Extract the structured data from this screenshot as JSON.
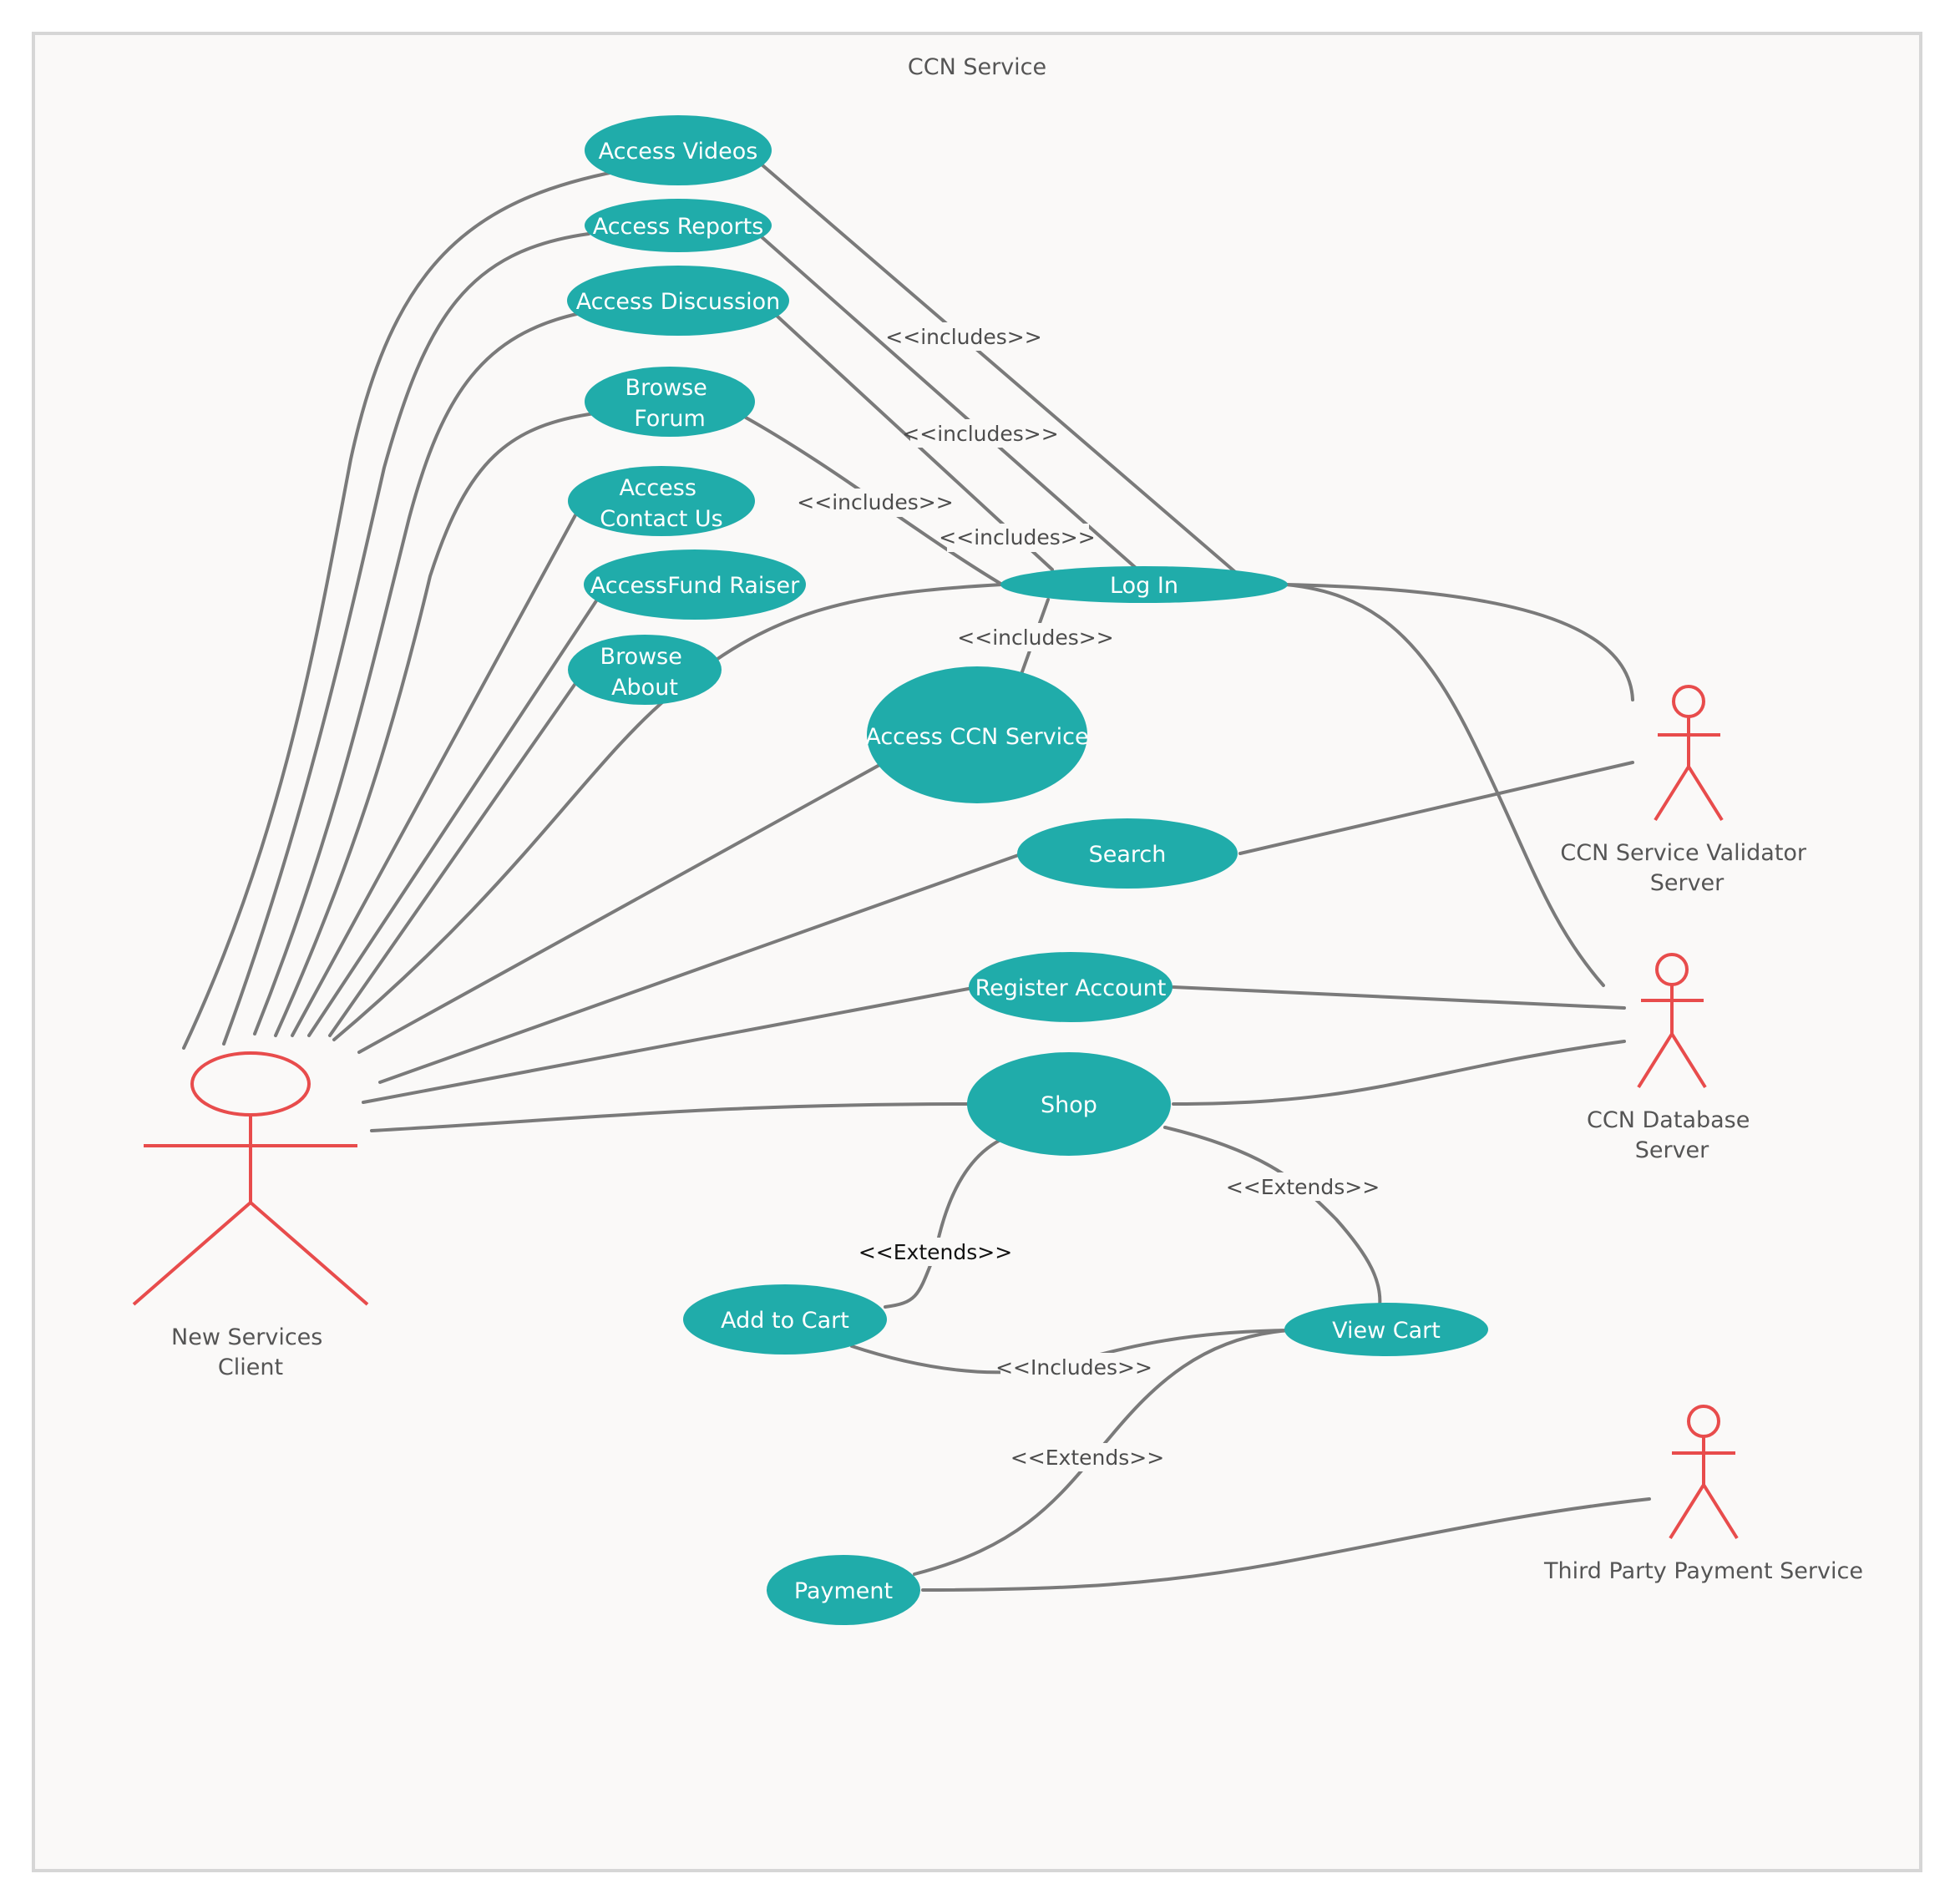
{
  "system": {
    "title": "CCN Service"
  },
  "colors": {
    "usecase": "#20acaa",
    "actor": "#e84c4c",
    "connector": "#7a7a7a",
    "background": "#faf9f8"
  },
  "use_cases": {
    "access_videos": [
      "Access Videos"
    ],
    "access_reports": [
      "Access Reports"
    ],
    "access_discussion": [
      "Access Discussion"
    ],
    "browse_forum": [
      "Browse",
      "Forum"
    ],
    "access_contact_us": [
      "Access",
      "Contact Us"
    ],
    "access_fund_raiser": [
      "AccessFund Raiser"
    ],
    "browse_about": [
      "Browse",
      "About"
    ],
    "log_in": [
      "Log In"
    ],
    "access_ccn_service": [
      "Access CCN Service"
    ],
    "search": [
      "Search"
    ],
    "register_account": [
      "Register Account"
    ],
    "shop": [
      "Shop"
    ],
    "add_to_cart": [
      "Add to Cart"
    ],
    "view_cart": [
      "View Cart"
    ],
    "payment": [
      "Payment"
    ]
  },
  "actors": {
    "client": [
      "New Services",
      "Client"
    ],
    "validator": [
      "CCN Service Validator",
      "Server"
    ],
    "database": [
      "CCN Database",
      "Server"
    ],
    "payment_service": [
      "Third Party Payment Service"
    ]
  },
  "relations": {
    "videos_login": "<<includes>>",
    "reports_login": "<<includes>>",
    "forum_login": "<<includes>>",
    "discussion_login": "<<includes>>",
    "login_ccn": "<<includes>>",
    "shop_addcart": "<<Extends>>",
    "shop_viewcart": "<<Extends>>",
    "addcart_viewcart": "<<Includes>>",
    "viewcart_payment": "<<Extends>>"
  }
}
